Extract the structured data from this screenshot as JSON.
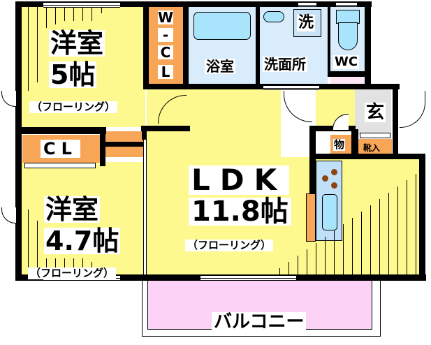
{
  "floorplan": {
    "rooms": {
      "western_room_1": {
        "name": "洋室",
        "size": "5帖",
        "floor": "（フローリング）"
      },
      "walk_in_closet": {
        "label_lines": [
          "W",
          "-",
          "C",
          "L"
        ]
      },
      "bathroom": {
        "name": "浴室"
      },
      "washroom": {
        "name": "洗面所",
        "washer_label": "洗"
      },
      "toilet": {
        "name": "WC"
      },
      "entrance": {
        "name": "玄"
      },
      "storage": {
        "name": "物"
      },
      "shoe_box": {
        "name": "靴入"
      },
      "closet": {
        "name": "CL"
      },
      "western_room_2": {
        "name": "洋室",
        "size": "4.7帖",
        "floor": "（フローリング）"
      },
      "ldk": {
        "name": "LDK",
        "size": "11.8帖",
        "floor": "（フローリング）"
      },
      "balcony": {
        "name": "バルコニー"
      }
    },
    "colors": {
      "room_floor": "#fdf98e",
      "wet_area": "#d8ecfb",
      "storage": "#f7a556",
      "entrance": "#e2e2e2",
      "balcony": "#fcd3f7",
      "bathtub": "#a8e4fb",
      "stove": "#8b4513",
      "wall": "#000000"
    }
  }
}
